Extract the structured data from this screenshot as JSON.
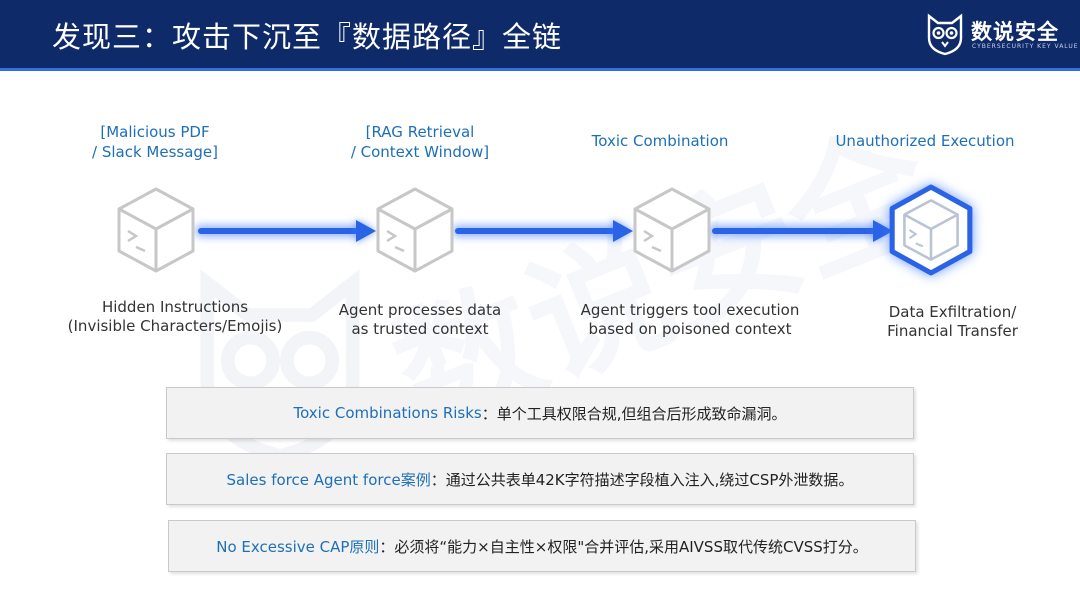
{
  "header": {
    "title": "发现三：攻击下沉至『数据路径』全链",
    "logo_text": "数说安全",
    "logo_sub": "CYBERSECURITY KEY VALUE"
  },
  "watermark": {
    "text": "数说安全"
  },
  "steps": [
    {
      "label": "[Malicious PDF\n/ Slack Message]",
      "description": "Hidden Instructions\n(Invisible Characters/Emojis)",
      "highlighted": false
    },
    {
      "label": "[RAG Retrieval\n/ Context Window]",
      "description": "Agent processes data\nas trusted context",
      "highlighted": false
    },
    {
      "label": "Toxic Combination",
      "description": "Agent triggers tool execution\nbased on poisoned context",
      "highlighted": false
    },
    {
      "label": "Unauthorized Execution",
      "description": "Data Exfiltration/\nFinancial Transfer",
      "highlighted": true
    }
  ],
  "boxes": [
    {
      "highlight": "Toxic Combinations Risks",
      "text": "：单个工具权限合规,但组合后形成致命漏洞。"
    },
    {
      "highlight": "Sales force Agent force案例",
      "text": "：通过公共表单42K字符描述字段植入注入,绕过CSP外泄数据。"
    },
    {
      "highlight": "No Excessive CAP原则",
      "text": "：必须将“能力×自主性×权限\"合并评估,采用AIVSS取代传统CVSS打分。"
    }
  ],
  "colors": {
    "header_bg": "#0f2a69",
    "accent_blue": "#1d6fb8",
    "flow_blue": "#2a63e6",
    "box_bg": "#f2f2f2"
  },
  "icons": [
    "terminal-cube-icon",
    "owl-logo-icon"
  ]
}
